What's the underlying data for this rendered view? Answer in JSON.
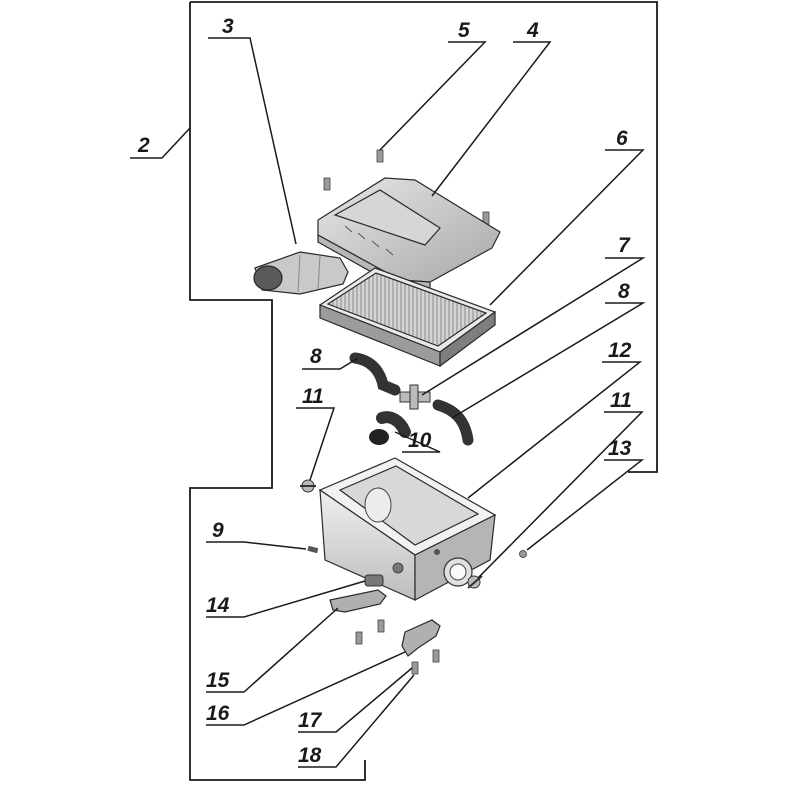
{
  "diagram": {
    "callouts": [
      {
        "id": "c2",
        "label": "2"
      },
      {
        "id": "c3",
        "label": "3"
      },
      {
        "id": "c4",
        "label": "4"
      },
      {
        "id": "c5",
        "label": "5"
      },
      {
        "id": "c6",
        "label": "6"
      },
      {
        "id": "c7",
        "label": "7"
      },
      {
        "id": "c8a",
        "label": "8"
      },
      {
        "id": "c8b",
        "label": "8"
      },
      {
        "id": "c9",
        "label": "9"
      },
      {
        "id": "c10",
        "label": "10"
      },
      {
        "id": "c11a",
        "label": "11"
      },
      {
        "id": "c11b",
        "label": "11"
      },
      {
        "id": "c12",
        "label": "12"
      },
      {
        "id": "c13",
        "label": "13"
      },
      {
        "id": "c14",
        "label": "14"
      },
      {
        "id": "c15",
        "label": "15"
      },
      {
        "id": "c16",
        "label": "16"
      },
      {
        "id": "c17",
        "label": "17"
      },
      {
        "id": "c18",
        "label": "18"
      }
    ],
    "colors": {
      "line": "#1a1a1a",
      "part_light": "#e4e4e4",
      "part_mid": "#c4c4c4",
      "part_dark": "#8a8a8a",
      "hose": "#3a3a3a"
    }
  }
}
